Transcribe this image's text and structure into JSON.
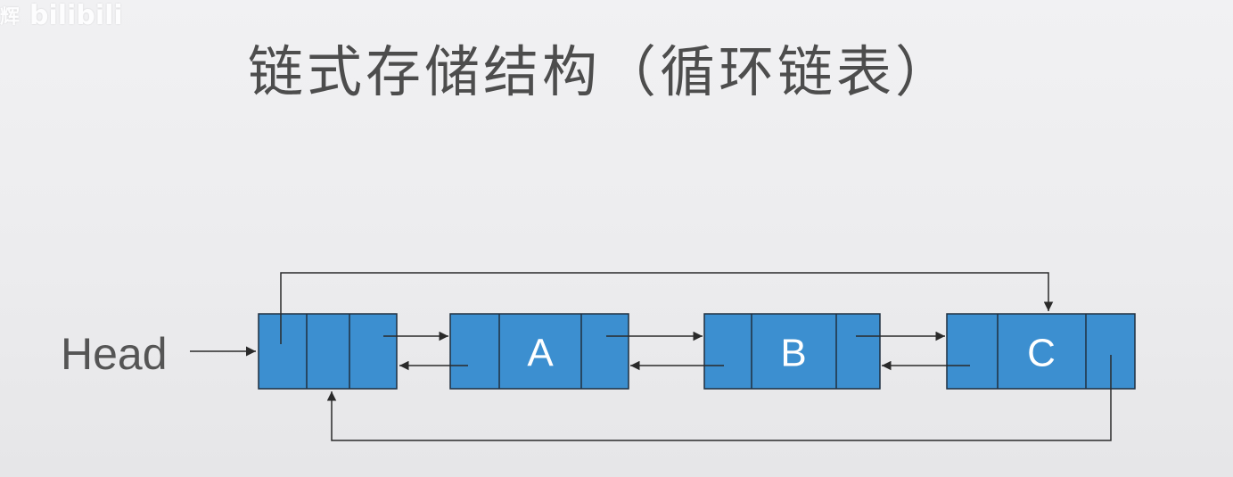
{
  "watermark": {
    "text": "辉",
    "logo": "bilibili"
  },
  "title": "链式存储结构（循环链表）",
  "head_label": "Head",
  "colors": {
    "node_fill": "#3c8fd0",
    "node_stroke": "#1f2f3f",
    "arrow": "#2a2a2a",
    "title": "#4d4d4d"
  },
  "nodes": [
    {
      "id": "head-node",
      "label": ""
    },
    {
      "id": "node-a",
      "label": "A"
    },
    {
      "id": "node-b",
      "label": "B"
    },
    {
      "id": "node-c",
      "label": "C"
    }
  ],
  "links": {
    "forward": [
      "head-node→node-a",
      "node-a→node-b",
      "node-b→node-c"
    ],
    "backward": [
      "node-a→head-node",
      "node-b→node-a",
      "node-c→node-b"
    ],
    "wrap_next": "node-c→head-node",
    "wrap_prior": "head-node→node-c"
  }
}
